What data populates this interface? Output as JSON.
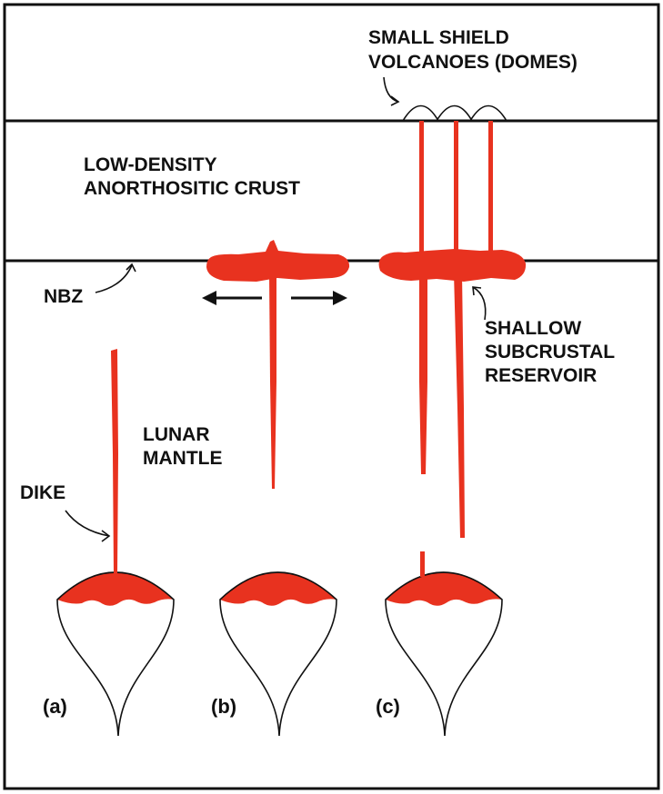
{
  "colors": {
    "magma": "#e8321f",
    "ink": "#111111",
    "background": "#ffffff"
  },
  "labels": {
    "volcanoes_line1": "SMALL SHIELD",
    "volcanoes_line2": "VOLCANOES (DOMES)",
    "crust_line1": "LOW-DENSITY",
    "crust_line2": "ANORTHOSITIC CRUST",
    "nbz": "NBZ",
    "reservoir_line1": "SHALLOW",
    "reservoir_line2": "SUBCRUSTAL",
    "reservoir_line3": "RESERVOIR",
    "mantle_line1": "LUNAR",
    "mantle_line2": "MANTLE",
    "dike": "DIKE"
  },
  "panels": {
    "a": "(a)",
    "b": "(b)",
    "c": "(c)"
  }
}
